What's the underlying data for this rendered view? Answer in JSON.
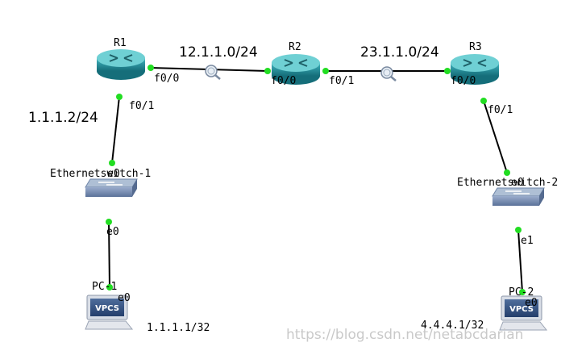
{
  "routers": [
    {
      "name": "R1"
    },
    {
      "name": "R2"
    },
    {
      "name": "R3"
    }
  ],
  "switches": [
    {
      "name": "Ethernetswitch-1",
      "overlap": "e0"
    },
    {
      "name": "Ethernetswitch-2",
      "overlap": "e0"
    }
  ],
  "pcs": [
    {
      "name": "PC-1",
      "badge": "VPCS",
      "port": "e0",
      "ip": "1.1.1.1/32"
    },
    {
      "name": "PC-2",
      "badge": "VPCS",
      "port": "e0",
      "ip": "4.4.4.1/32"
    }
  ],
  "ports": {
    "r1_f00": "f0/0",
    "r1_f01": "f0/1",
    "r2_f00": "f0/0",
    "r2_f01": "f0/1",
    "r3_f00": "f0/0",
    "r3_f01": "f0/1",
    "sw1_e0": "e0",
    "sw2_e1": "e1"
  },
  "networks": {
    "r1_r2": "12.1.1.0/24",
    "r2_r3": "23.1.1.0/24",
    "r1_lan": "1.1.1.2/24"
  },
  "watermark": "https://blog.csdn.net/netabcdarian",
  "colors": {
    "link": "#000000",
    "port_dot": "#22dd22",
    "router_top": "#6fd0d4",
    "router_side": "#1f8c98",
    "switch_top": "#aebfd5",
    "switch_side": "#7088aa"
  }
}
